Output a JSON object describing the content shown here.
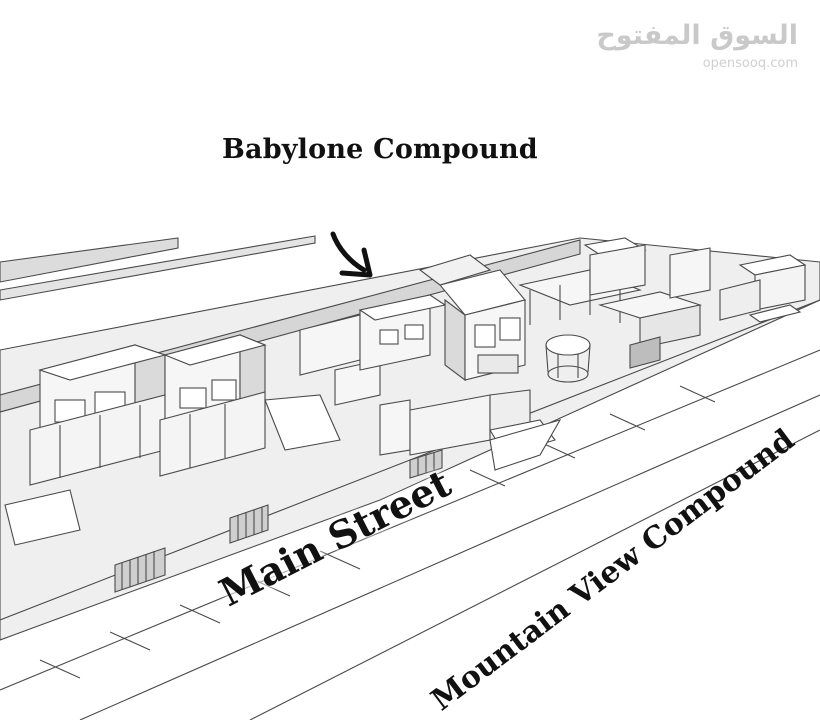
{
  "watermark": {
    "arabic": "السوق المفتوح",
    "latin": "opensooq.com"
  },
  "labels": {
    "title": "Babylone Compound",
    "main_street": "Main Street",
    "mountain_view": "Mountain View Compound"
  },
  "colors": {
    "line": "#4a4a4a",
    "ground": "#efefef",
    "building": "#f6f6f6",
    "shadow": "#d8d8d8",
    "text": "#111111"
  }
}
